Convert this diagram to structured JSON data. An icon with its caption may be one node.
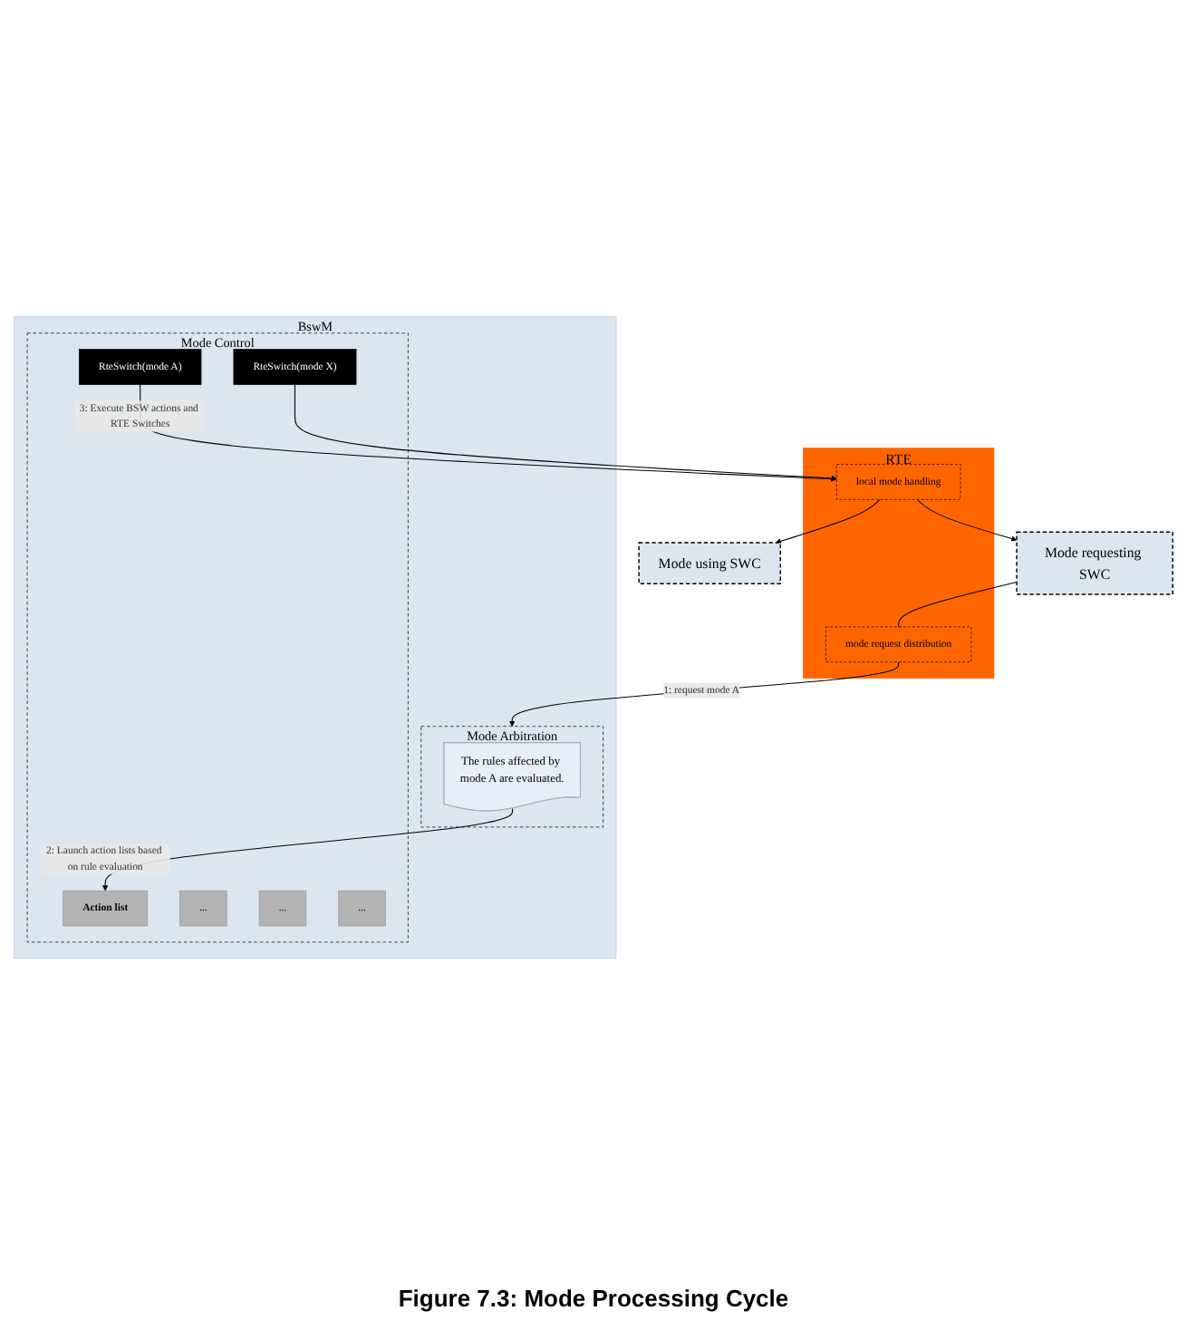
{
  "diagram": {
    "caption": "Figure 7.3: Mode Processing Cycle",
    "nodes": [
      {
        "text": [
          "Mode requesting SWC"
        ]
      },
      {
        "text": [
          "Mode using SWC"
        ]
      },
      {
        "text": [
          "RTE"
        ]
      },
      {
        "text": [
          "mode request distribution"
        ],
        "in": 2
      },
      {
        "text": [
          "local mode handling"
        ],
        "in": 2
      },
      {
        "text": [
          "BswM"
        ]
      },
      {
        "text": [
          "Mode Arbitration"
        ],
        "in": 5
      },
      {
        "text": [
          "The rules affected by mode A are evaluated."
        ],
        "in": 6
      },
      {
        "text": [
          "Mode Control"
        ],
        "in": 5
      },
      {
        "text": [
          "Action list"
        ],
        "in": 8
      },
      {
        "text": [
          "..."
        ],
        "in": 8
      },
      {
        "text": [
          "..."
        ],
        "in": 8
      },
      {
        "text": [
          "RteSwitch(mode A)"
        ],
        "in": 8
      },
      {
        "text": [
          "RteSwitch(mode X)"
        ],
        "in": 8
      },
      {
        "text": [
          "..."
        ],
        "in": 8
      }
    ],
    "edges": [
      {
        "from": 0,
        "to": 3,
        "arrow": "none"
      },
      {
        "from": 3,
        "to": 6,
        "arrow": "to",
        "label": "1: request mode A"
      },
      {
        "from": 4,
        "to": 0,
        "arrow": "to"
      },
      {
        "from": 4,
        "to": 1,
        "arrow": "to"
      },
      {
        "from": 7,
        "to": 9,
        "arrow": "to",
        "label": "2: Launch action lists based on rule evaluation"
      },
      {
        "from": 12,
        "to": 4,
        "arrow": "to",
        "label": "3: Execute BSW actions and RTE Switches"
      },
      {
        "from": 13,
        "to": 4,
        "arrow": "to"
      }
    ]
  }
}
